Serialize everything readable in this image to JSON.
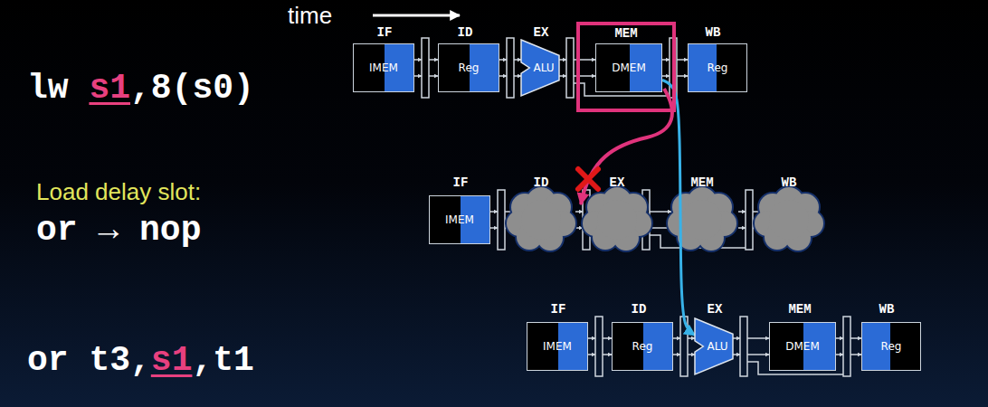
{
  "diagram": {
    "nodes": [
      {
        "text": [
          "IMEM"
        ]
      },
      {
        "text": [
          "Reg"
        ]
      },
      {
        "text": [
          "ALU"
        ]
      },
      {
        "text": [
          "MEM"
        ]
      },
      {
        "text": [
          "DMEM"
        ],
        "in": 3
      },
      {
        "text": [
          "Reg"
        ]
      },
      {
        "text": [
          "IMEM"
        ]
      },
      {
        "text": [
          "IMEM"
        ]
      },
      {
        "text": [
          "Reg"
        ]
      },
      {
        "text": [
          "ALU"
        ]
      },
      {
        "text": [
          "DMEM"
        ]
      },
      {
        "text": [
          "Reg"
        ]
      }
    ],
    "edges": [
      {
        "from": 4,
        "to": 9,
        "arrow": "to"
      }
    ],
    "labels": [
      "time",
      "lw",
      "s1",
      ",8(s0)",
      "Load delay slot:",
      "or → nop",
      "or",
      "t3,",
      "s1",
      ",t1",
      "IF",
      "ID",
      "EX",
      "WB",
      "IF",
      "ID",
      "EX",
      "MEM",
      "WB",
      "IF",
      "ID",
      "EX",
      "MEM",
      "WB"
    ]
  }
}
